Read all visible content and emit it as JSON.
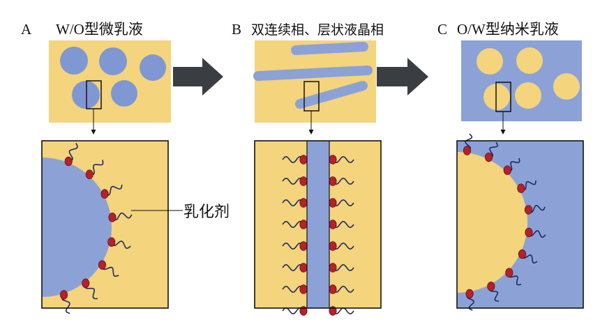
{
  "colors": {
    "oil": "#f4d47c",
    "water": "#8ca2d6",
    "blob": "#7f97d2",
    "outline": "#111111",
    "head": "#b8202a",
    "tail": "#1d2a5e",
    "arrow": "#3a3e42"
  },
  "panels": [
    {
      "letter": "A",
      "title": "W/O型微乳液"
    },
    {
      "letter": "B",
      "title": "双连续相、层状液晶相"
    },
    {
      "letter": "C",
      "title": "O/W型纳米乳液"
    }
  ],
  "labels": {
    "emulsifier": "乳化剂"
  }
}
